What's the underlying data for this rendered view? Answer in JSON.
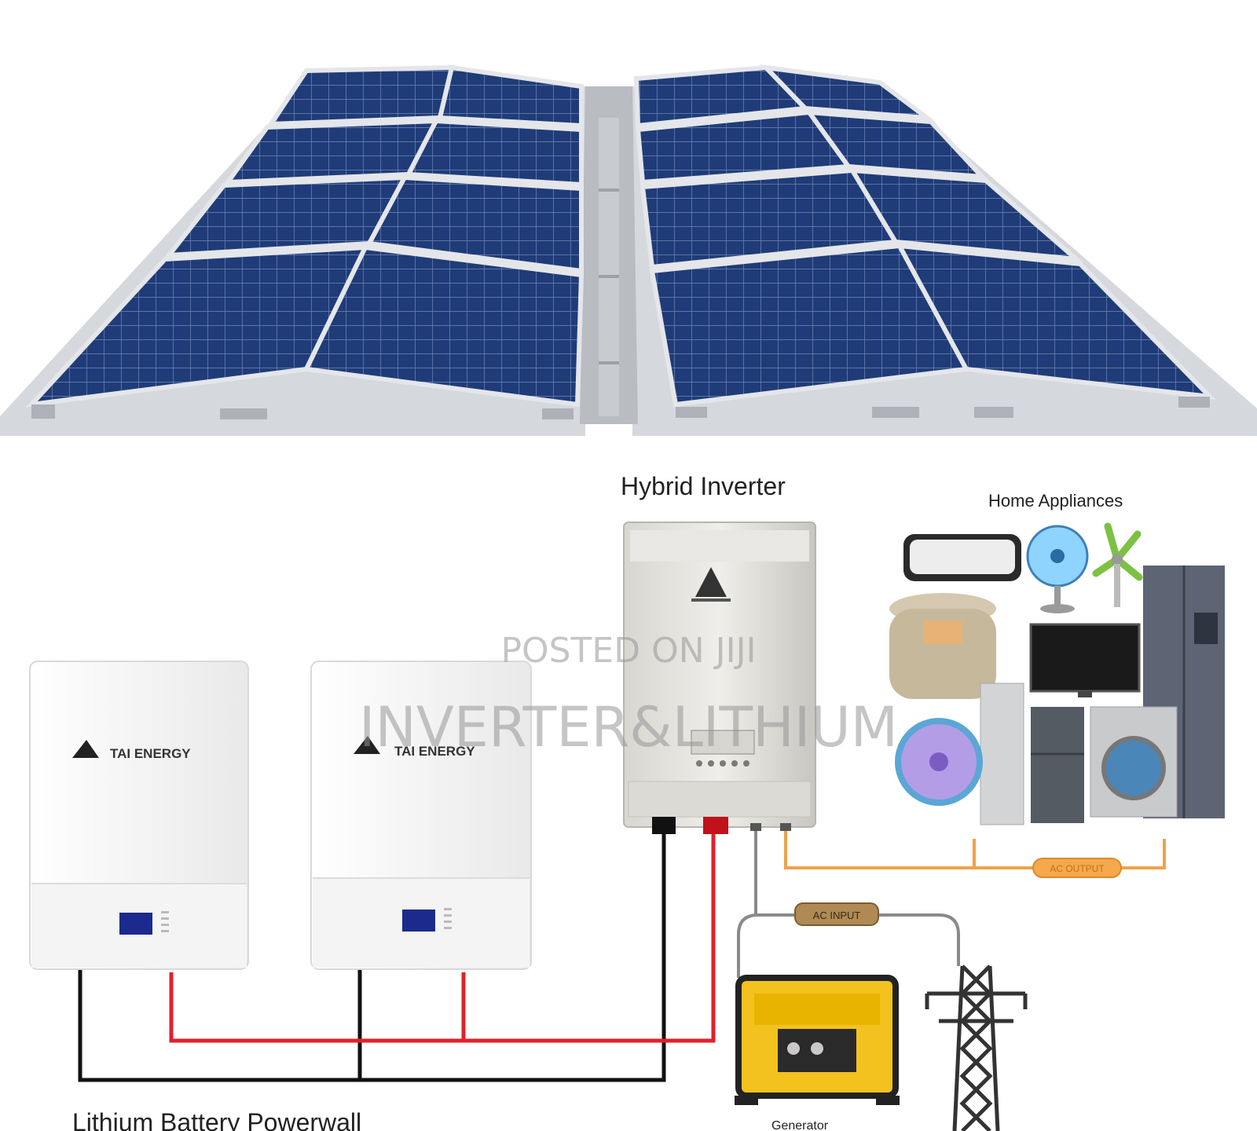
{
  "labels": {
    "hybrid_inverter": "Hybrid Inverter",
    "home_appliances": "Home Appliances",
    "battery_powerwall": "Lithium Battery Powerwall",
    "generator": "Generator"
  },
  "brand": "TAI ENERGY",
  "watermark": {
    "line1": "POSTED ON JIJI",
    "line2": "INVERTER&LITHIUM"
  },
  "connectors": {
    "load_output": "AC OUTPUT",
    "grid_input": "AC INPUT"
  },
  "colors": {
    "panel": "#1f3b78",
    "panel_grid": "#6f86b8",
    "frame": "#c9cdd3",
    "dc_positive": "#e0212c",
    "dc_negative": "#111111",
    "ac_output_wire": "#f0a14a",
    "ac_input_wire": "#8a8a8a",
    "battery_body": "#f2f2f2",
    "display": "#1b2a8c"
  },
  "icons": [
    "solar-panel-icon",
    "inverter-icon",
    "battery-icon",
    "air-conditioner-icon",
    "fan-icon",
    "rice-cooker-icon",
    "tv-icon",
    "refrigerator-icon",
    "washing-machine-icon",
    "generator-icon",
    "power-pylon-icon"
  ]
}
